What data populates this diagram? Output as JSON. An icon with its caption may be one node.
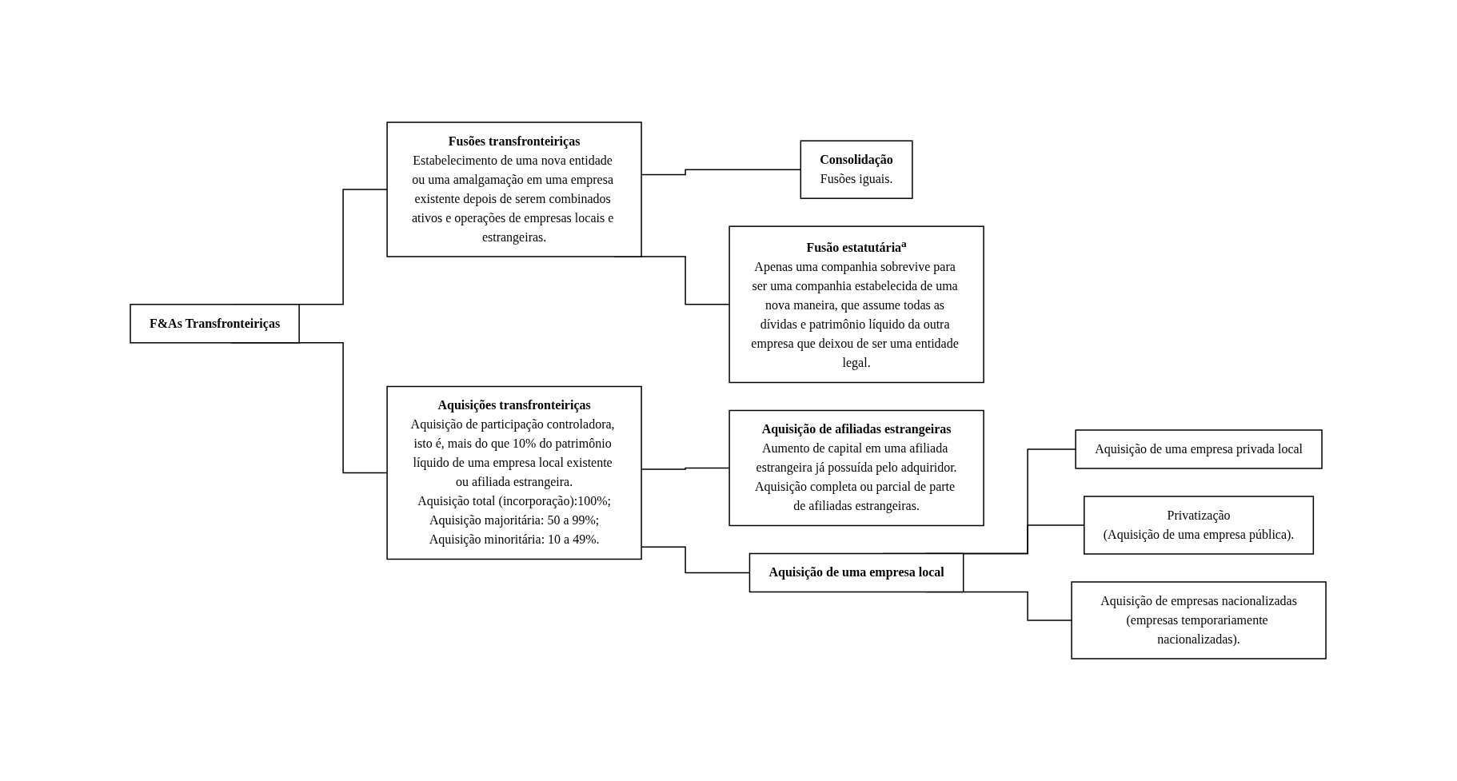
{
  "diagram": {
    "nodes": [
      {
        "text": [
          "F&As Transfronteiriças"
        ]
      },
      {
        "text": [
          "Fusões transfronteiriças",
          "Estabelecimento de uma nova entidade ou uma amalgamação em uma empresa existente depois de serem combinados ativos e operações de empresas locais e estrangeiras."
        ]
      },
      {
        "text": [
          "Aquisições transfronteiriças",
          "Aquisição de participação controladora, isto é, mais do que 10% do patrimônio líquido de uma empresa local existente ou afiliada estrangeira.",
          "Aquisição total (incorporação):100%;",
          "Aquisição majoritária: 50 a 99%;",
          "Aquisição minoritária: 10 a 49%."
        ]
      },
      {
        "text": [
          "Consolidação",
          "Fusões iguais."
        ]
      },
      {
        "text": [
          "Fusão estatutária$^{a}$",
          "Apenas uma companhia sobrevive para ser uma companhia estabelecida de uma nova maneira, que assume todas as dívidas e patrimônio líquido da outra empresa que deixou de ser uma entidade legal."
        ]
      },
      {
        "text": [
          "Aquisição de afiliadas estrangeiras",
          "Aumento de capital em uma afiliada estrangeira já possuída pelo adquiridor.",
          "Aquisição completa ou parcial de parte de afiliadas estrangeiras."
        ]
      },
      {
        "text": [
          "Aquisição de uma empresa local"
        ]
      },
      {
        "text": [
          "Aquisição de uma empresa privada local"
        ]
      },
      {
        "text": [
          "Privatização",
          "(Aquisição de uma empresa pública)."
        ]
      },
      {
        "text": [
          "Aquisição de empresas nacionalizadas",
          "(empresas temporariamente nacionalizadas)."
        ]
      }
    ],
    "edges": [
      {
        "from": 0,
        "to": 1,
        "arrow": "none"
      },
      {
        "from": 0,
        "to": 2,
        "arrow": "none"
      },
      {
        "from": 1,
        "to": 3,
        "arrow": "none"
      },
      {
        "from": 1,
        "to": 4,
        "arrow": "none"
      },
      {
        "from": 2,
        "to": 5,
        "arrow": "none"
      },
      {
        "from": 2,
        "to": 6,
        "arrow": "none"
      },
      {
        "from": 6,
        "to": 7,
        "arrow": "none"
      },
      {
        "from": 6,
        "to": 8,
        "arrow": "none"
      },
      {
        "from": 6,
        "to": 9,
        "arrow": "none"
      }
    ]
  }
}
